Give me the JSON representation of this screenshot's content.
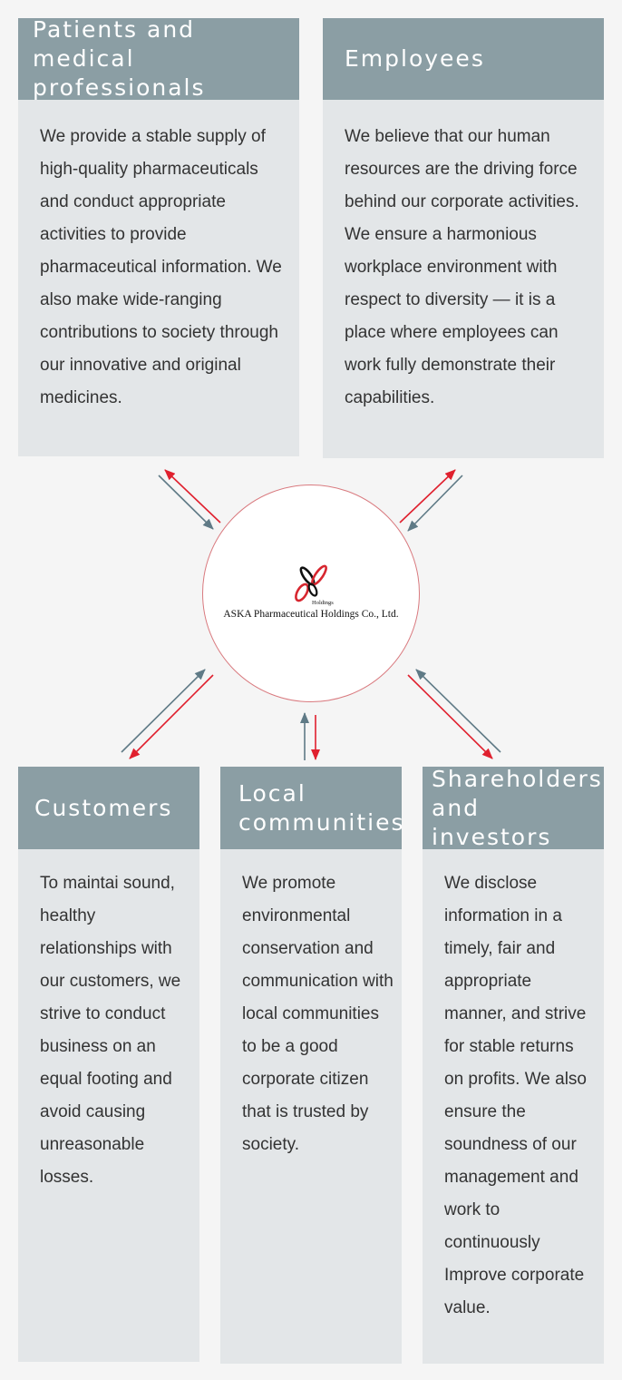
{
  "center": {
    "logo_text": "Holdings",
    "company_name": "ASKA Pharmaceutical Holdings Co., Ltd."
  },
  "stakeholders": {
    "patients": {
      "title": "Patients and medical professionals",
      "body": [
        "We provide a stable supply of high-quality pharmaceuticals and conduct appropriate activities to provide pharmaceutical information. We also make wide-ranging contributions to society through our innova­tive and original medicines."
      ]
    },
    "employees": {
      "title": "Employees",
      "body": [
        "We believe that our human resources are the driving force behind our corporate activities.",
        "We ensure a harmonious workplace environment with respect to diversity — it is a place where employees can work fully demonstrate their capabilities."
      ]
    },
    "customers": {
      "title": "Customers",
      "body": [
        "To maintai sound, healthy relationships with our customers, we strive to conduct business on an equal footing and avoid caus­ing unreasona­ble losses."
      ]
    },
    "local": {
      "title": "Local communities",
      "body": [
        "We promote environmental conservation and communication with local communities to be a good corporate citizen that is trusted by society."
      ]
    },
    "shareholders": {
      "title": "Shareholders and investors",
      "body": [
        "We disclose information in a timely, fair and appropriate manner, and strive for stable returns on profits. We also ensure the soundness of our management and work to continuously Improve corporate value."
      ]
    }
  },
  "colors": {
    "header": "#8b9ea4",
    "card": "#e3e6e8",
    "arrow_out": "#e0202e",
    "arrow_in": "#5f7a86"
  }
}
